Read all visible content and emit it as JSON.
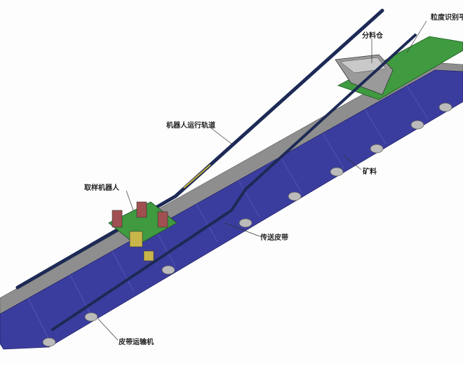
{
  "labels": {
    "granularity": "粒度识别平台",
    "hopper": "分料仓",
    "track": "机器人运行轨道",
    "robot": "取样机器人",
    "ore": "矿料",
    "belt": "传送皮带",
    "conveyor": "皮带运输机"
  },
  "colors": {
    "belt": "#3b3d9e",
    "wall": "#8e8e8e",
    "rail": "#1d2a55",
    "platform": "#3f9a40",
    "hopper": "#9a9a9a"
  }
}
